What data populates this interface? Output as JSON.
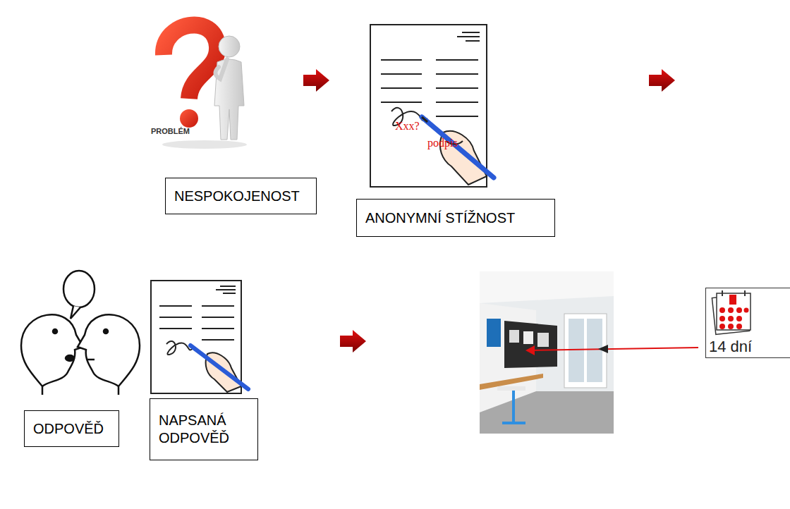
{
  "diagram": {
    "nodes": [
      {
        "text": [
          "NESPOKOJENOST"
        ]
      },
      {
        "text": [
          "ANONYMNÍ STÍŽNOST"
        ]
      },
      {
        "text": [
          "ODPOVĚĎ"
        ]
      },
      {
        "text": [
          "NAPSANÁ ODPOVĚĎ"
        ]
      },
      {
        "text": [
          "14 dní"
        ]
      }
    ],
    "labels": [
      "PROBLÉM",
      "Xxx?",
      "podpis"
    ]
  }
}
